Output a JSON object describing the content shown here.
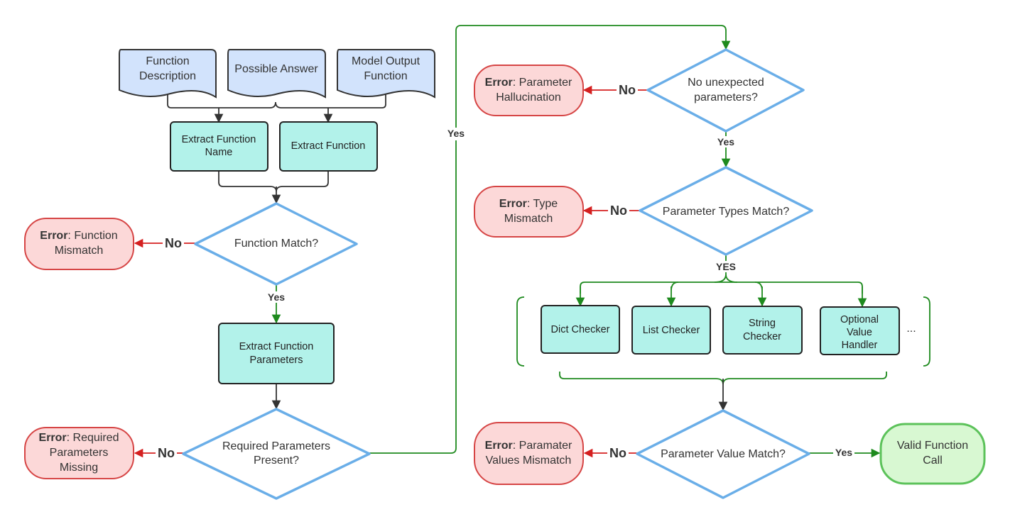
{
  "inputs": {
    "function_description": [
      "Function",
      "Description"
    ],
    "possible_answer": "Possible Answer",
    "model_output_function": [
      "Model Output",
      "Function"
    ]
  },
  "process": {
    "extract_function_name": [
      "Extract Function",
      "Name"
    ],
    "extract_function": "Extract Function",
    "extract_function_parameters": [
      "Extract Function",
      "Parameters"
    ]
  },
  "decisions": {
    "function_match": "Function Match?",
    "required_parameters_present": [
      "Required Parameters",
      "Present?"
    ],
    "no_unexpected_parameters": [
      "No unexpected",
      "parameters?"
    ],
    "parameter_types_match": "Parameter Types Match?",
    "parameter_value_match": "Parameter Value Match?"
  },
  "errors": {
    "error_word": "Error",
    "function_mismatch": [
      ": Function",
      "Mismatch"
    ],
    "required_parameters_missing": [
      ": Required",
      "Parameters",
      "Missing"
    ],
    "parameter_hallucination": [
      ": Parameter",
      "Hallucination"
    ],
    "type_mismatch": [
      ": Type",
      "Mismatch"
    ],
    "values_mismatch": [
      ": Paramater",
      "Values Mismatch"
    ]
  },
  "checkers": {
    "dict": "Dict Checker",
    "list": "List Checker",
    "string": [
      "String",
      "Checker"
    ],
    "optional": [
      "Optional",
      "Value",
      "Handler"
    ],
    "more": "..."
  },
  "result": {
    "valid_function_call": [
      "Valid Function",
      "Call"
    ]
  },
  "labels": {
    "no": "No",
    "yes": "Yes",
    "yes_caps": "YES"
  },
  "colors": {
    "input_fill": "#d2e3fc",
    "process_fill": "#b2f2ea",
    "decision_stroke": "#6aaee8",
    "error_fill": "#fcd8d8",
    "error_stroke": "#d64545",
    "success_fill": "#d8f8d2",
    "success_stroke": "#5cc25a",
    "yes_arrow": "#1e8a1e",
    "no_arrow": "#d42020"
  }
}
